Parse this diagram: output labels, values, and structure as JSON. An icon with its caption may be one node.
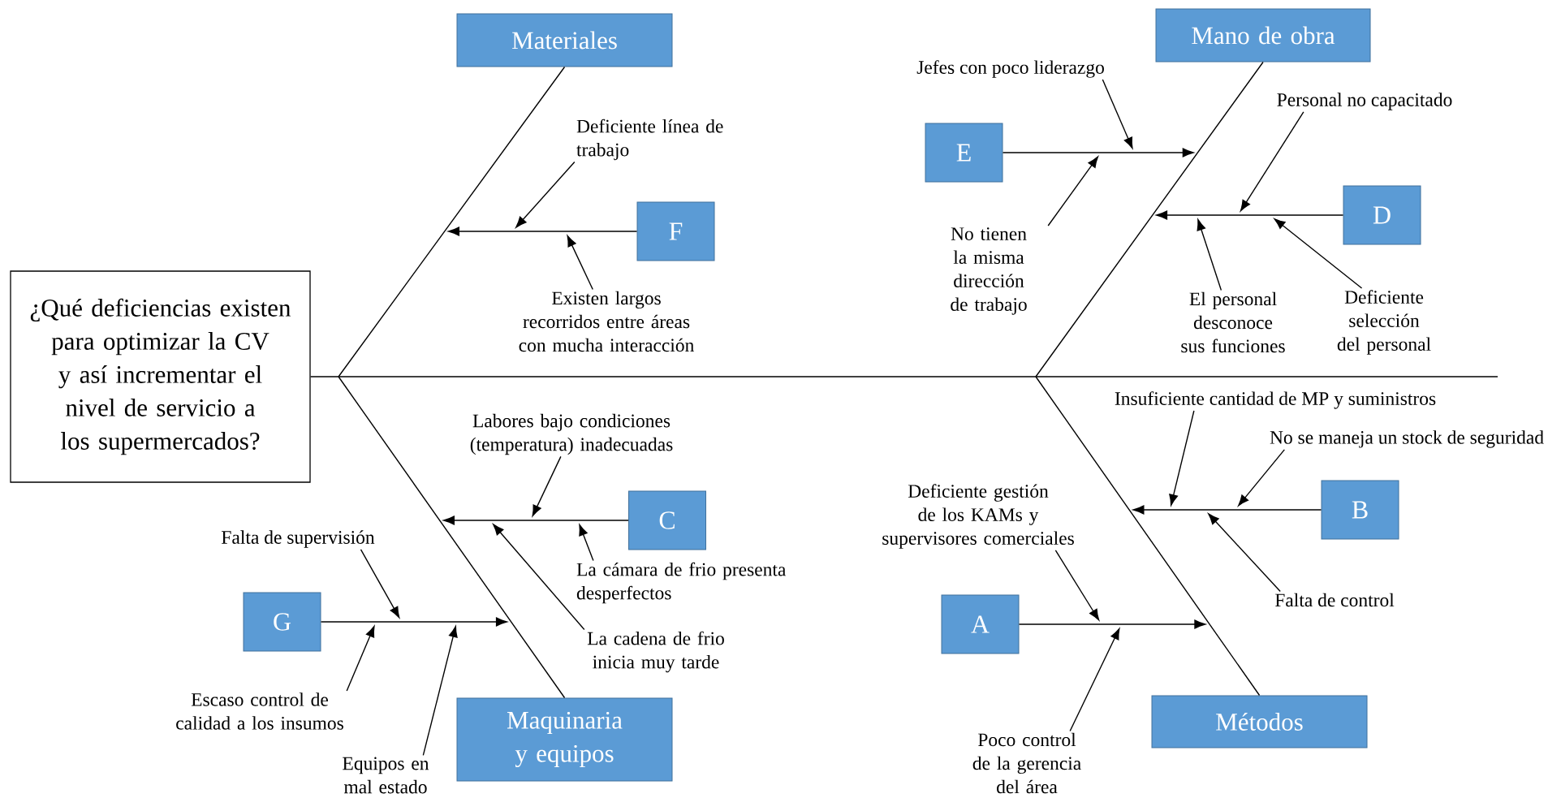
{
  "diagram": {
    "nodes": [
      {
        "text": [
          "¿Qué deficiencias existen para optimizar la CV y así incrementar el nivel de servicio a los supermercados?"
        ]
      },
      {
        "text": [
          "Materiales"
        ]
      },
      {
        "text": [
          "Mano de obra"
        ]
      },
      {
        "text": [
          "Maquinaria y equipos"
        ]
      },
      {
        "text": [
          "Métodos"
        ]
      },
      {
        "text": [
          "F"
        ]
      },
      {
        "text": [
          "E"
        ]
      },
      {
        "text": [
          "D"
        ]
      },
      {
        "text": [
          "C"
        ]
      },
      {
        "text": [
          "G"
        ]
      },
      {
        "text": [
          "B"
        ]
      },
      {
        "text": [
          "A"
        ]
      },
      {
        "text": [
          "Deficiente línea de trabajo"
        ]
      },
      {
        "text": [
          "Existen largos recorridos entre áreas con mucha interacción"
        ]
      },
      {
        "text": [
          "Jefes con poco liderazgo"
        ]
      },
      {
        "text": [
          "No tienen la misma dirección de trabajo"
        ]
      },
      {
        "text": [
          "Personal no capacitado"
        ]
      },
      {
        "text": [
          "El personal desconoce sus funciones"
        ]
      },
      {
        "text": [
          "Deficiente selección del personal"
        ]
      },
      {
        "text": [
          "Labores bajo condiciones (temperatura) inadecuadas"
        ]
      },
      {
        "text": [
          "La cámara de frio presenta desperfectos"
        ]
      },
      {
        "text": [
          "La cadena de frio inicia muy tarde"
        ]
      },
      {
        "text": [
          "Falta de supervisión"
        ]
      },
      {
        "text": [
          "Escaso control de calidad a los insumos"
        ]
      },
      {
        "text": [
          "Equipos en mal estado"
        ]
      },
      {
        "text": [
          "Insuficiente cantidad de MP y suministros"
        ]
      },
      {
        "text": [
          "No se maneja un stock de seguridad"
        ]
      },
      {
        "text": [
          "Falta de control"
        ]
      },
      {
        "text": [
          "Deficiente gestión de los KAMs y supervisores comerciales"
        ]
      },
      {
        "text": [
          "Poco control de la gerencia del área"
        ]
      }
    ],
    "edges": [
      {
        "from": 0,
        "to": null,
        "arrow": "none"
      },
      {
        "from": 1,
        "to": null,
        "arrow": "none"
      },
      {
        "from": 2,
        "to": null,
        "arrow": "none"
      },
      {
        "from": 3,
        "to": null,
        "arrow": "none"
      },
      {
        "from": 4,
        "to": null,
        "arrow": "none"
      },
      {
        "from": 5,
        "to": null,
        "arrow": "to"
      },
      {
        "from": 6,
        "to": null,
        "arrow": "to"
      },
      {
        "from": 7,
        "to": null,
        "arrow": "to"
      },
      {
        "from": 8,
        "to": null,
        "arrow": "to"
      },
      {
        "from": 9,
        "to": null,
        "arrow": "to"
      },
      {
        "from": 10,
        "to": null,
        "arrow": "to"
      },
      {
        "from": 11,
        "to": null,
        "arrow": "to"
      },
      {
        "from": 12,
        "to": null,
        "arrow": "to"
      },
      {
        "from": 13,
        "to": null,
        "arrow": "to"
      },
      {
        "from": 14,
        "to": null,
        "arrow": "to"
      },
      {
        "from": 15,
        "to": null,
        "arrow": "to"
      },
      {
        "from": 16,
        "to": null,
        "arrow": "to"
      },
      {
        "from": 17,
        "to": null,
        "arrow": "to"
      },
      {
        "from": 18,
        "to": null,
        "arrow": "to"
      },
      {
        "from": 19,
        "to": null,
        "arrow": "to"
      },
      {
        "from": 20,
        "to": null,
        "arrow": "to"
      },
      {
        "from": 21,
        "to": null,
        "arrow": "to"
      },
      {
        "from": 22,
        "to": null,
        "arrow": "to"
      },
      {
        "from": 23,
        "to": null,
        "arrow": "to"
      },
      {
        "from": 24,
        "to": null,
        "arrow": "to"
      },
      {
        "from": 25,
        "to": null,
        "arrow": "to"
      },
      {
        "from": 26,
        "to": null,
        "arrow": "to"
      },
      {
        "from": 27,
        "to": null,
        "arrow": "to"
      },
      {
        "from": 28,
        "to": null,
        "arrow": "to"
      },
      {
        "from": 29,
        "to": null,
        "arrow": "to"
      }
    ]
  }
}
